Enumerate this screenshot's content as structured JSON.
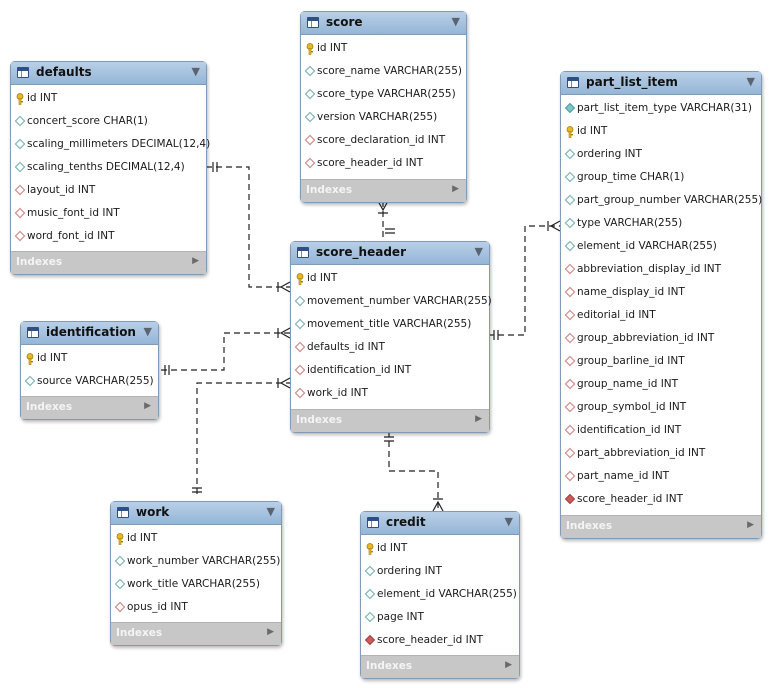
{
  "tables": {
    "score": {
      "name": "score",
      "columns": [
        {
          "text": "id INT",
          "kind": "pk"
        },
        {
          "text": "score_name VARCHAR(255)",
          "kind": "col"
        },
        {
          "text": "score_type VARCHAR(255)",
          "kind": "col"
        },
        {
          "text": "version VARCHAR(255)",
          "kind": "col"
        },
        {
          "text": "score_declaration_id INT",
          "kind": "fk"
        },
        {
          "text": "score_header_id INT",
          "kind": "fk"
        }
      ],
      "footer": "Indexes"
    },
    "defaults": {
      "name": "defaults",
      "columns": [
        {
          "text": "id INT",
          "kind": "pk"
        },
        {
          "text": "concert_score CHAR(1)",
          "kind": "col"
        },
        {
          "text": "scaling_millimeters DECIMAL(12,4)",
          "kind": "col"
        },
        {
          "text": "scaling_tenths DECIMAL(12,4)",
          "kind": "col"
        },
        {
          "text": "layout_id INT",
          "kind": "fk"
        },
        {
          "text": "music_font_id INT",
          "kind": "fk"
        },
        {
          "text": "word_font_id INT",
          "kind": "fk"
        }
      ],
      "footer": "Indexes"
    },
    "part_list_item": {
      "name": "part_list_item",
      "columns": [
        {
          "text": "part_list_item_type VARCHAR(31)",
          "kind": "nn"
        },
        {
          "text": "id INT",
          "kind": "pk"
        },
        {
          "text": "ordering INT",
          "kind": "col"
        },
        {
          "text": "group_time CHAR(1)",
          "kind": "col"
        },
        {
          "text": "part_group_number VARCHAR(255)",
          "kind": "col"
        },
        {
          "text": "type VARCHAR(255)",
          "kind": "col"
        },
        {
          "text": "element_id VARCHAR(255)",
          "kind": "col"
        },
        {
          "text": "abbreviation_display_id INT",
          "kind": "fk"
        },
        {
          "text": "name_display_id INT",
          "kind": "fk"
        },
        {
          "text": "editorial_id INT",
          "kind": "fk"
        },
        {
          "text": "group_abbreviation_id INT",
          "kind": "fk"
        },
        {
          "text": "group_barline_id INT",
          "kind": "fk"
        },
        {
          "text": "group_name_id INT",
          "kind": "fk"
        },
        {
          "text": "group_symbol_id INT",
          "kind": "fk"
        },
        {
          "text": "identification_id INT",
          "kind": "fk"
        },
        {
          "text": "part_abbreviation_id INT",
          "kind": "fk"
        },
        {
          "text": "part_name_id INT",
          "kind": "fk"
        },
        {
          "text": "score_header_id INT",
          "kind": "fknn"
        }
      ],
      "footer": "Indexes"
    },
    "score_header": {
      "name": "score_header",
      "columns": [
        {
          "text": "id INT",
          "kind": "pk"
        },
        {
          "text": "movement_number VARCHAR(255)",
          "kind": "col"
        },
        {
          "text": "movement_title VARCHAR(255)",
          "kind": "col"
        },
        {
          "text": "defaults_id INT",
          "kind": "fk"
        },
        {
          "text": "identification_id INT",
          "kind": "fk"
        },
        {
          "text": "work_id INT",
          "kind": "fk"
        }
      ],
      "footer": "Indexes"
    },
    "identification": {
      "name": "identification",
      "columns": [
        {
          "text": "id INT",
          "kind": "pk"
        },
        {
          "text": "source VARCHAR(255)",
          "kind": "col"
        }
      ],
      "footer": "Indexes"
    },
    "work": {
      "name": "work",
      "columns": [
        {
          "text": "id INT",
          "kind": "pk"
        },
        {
          "text": "work_number VARCHAR(255)",
          "kind": "col"
        },
        {
          "text": "work_title VARCHAR(255)",
          "kind": "col"
        },
        {
          "text": "opus_id INT",
          "kind": "fk"
        }
      ],
      "footer": "Indexes"
    },
    "credit": {
      "name": "credit",
      "columns": [
        {
          "text": "id INT",
          "kind": "pk"
        },
        {
          "text": "ordering INT",
          "kind": "col"
        },
        {
          "text": "element_id VARCHAR(255)",
          "kind": "col"
        },
        {
          "text": "page INT",
          "kind": "col"
        },
        {
          "text": "score_header_id INT",
          "kind": "fknn"
        }
      ],
      "footer": "Indexes"
    }
  },
  "relationships": [
    {
      "from": "score",
      "to": "score_header",
      "cardinality": "one-to-many"
    },
    {
      "from": "defaults",
      "to": "score_header",
      "cardinality": "one-to-many"
    },
    {
      "from": "identification",
      "to": "score_header",
      "cardinality": "one-to-many"
    },
    {
      "from": "work",
      "to": "score_header",
      "cardinality": "one-to-many"
    },
    {
      "from": "score_header",
      "to": "credit",
      "cardinality": "one-to-many"
    },
    {
      "from": "score_header",
      "to": "part_list_item",
      "cardinality": "one-to-many"
    }
  ],
  "colors": {
    "header_top": "#b9cfe6",
    "header_bottom": "#94b6d7",
    "footer": "#c7c7c7",
    "column_icon": "#7fb5b5",
    "fk_icon": "#d08a8a",
    "fk_nn_icon": "#cc5c5c",
    "key_icon": "#e8b923",
    "connector": "#222222"
  }
}
